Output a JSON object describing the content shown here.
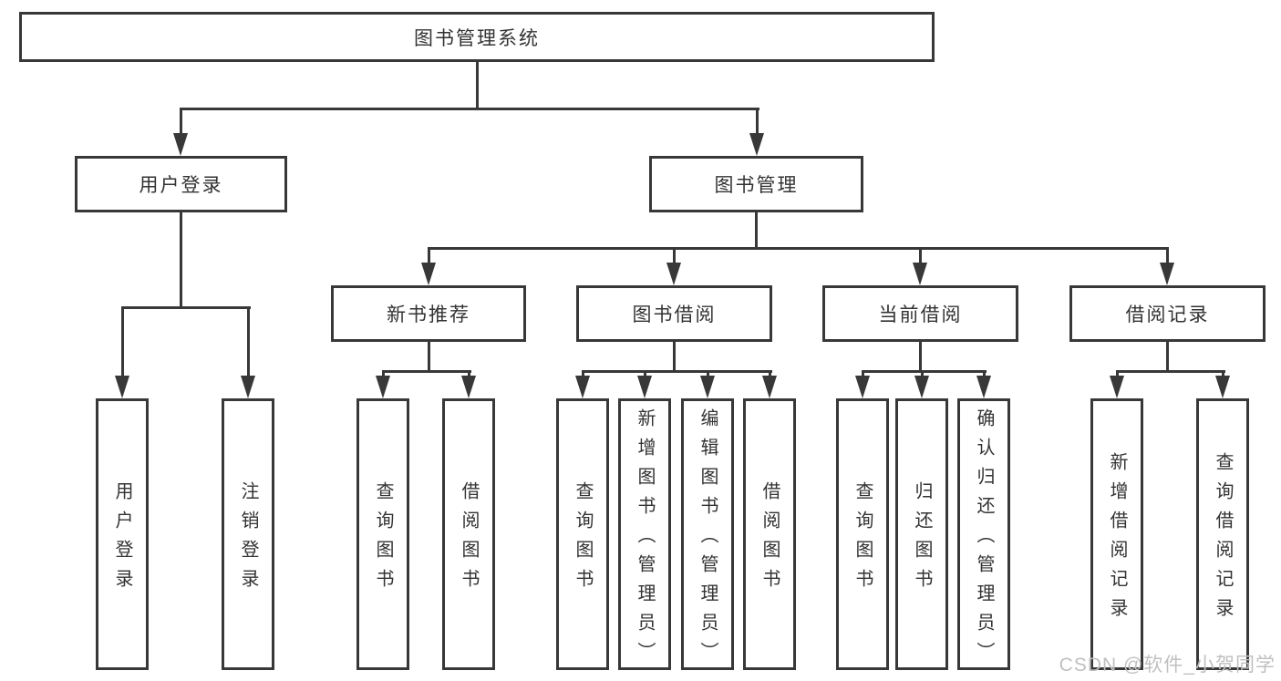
{
  "diagram": {
    "level1": "图书管理系统",
    "level2": [
      "用户登录",
      "图书管理"
    ],
    "level3": [
      "新书推荐",
      "图书借阅",
      "当前借阅",
      "借阅记录"
    ],
    "level4": [
      "用户登录",
      "注销登录",
      "查询图书",
      "借阅图书",
      "查询图书",
      "新增图书（管理员）",
      "编辑图书（管理员）",
      "借阅图书",
      "查询图书",
      "归还图书",
      "确认归还（管理员）",
      "新增借阅记录",
      "查询借阅记录"
    ],
    "watermark": "CSDN @软件_小贺同学",
    "colors": {
      "line": "#383838",
      "text": "#333333",
      "watermark": "#c0c0c0",
      "background": "#ffffff"
    }
  }
}
